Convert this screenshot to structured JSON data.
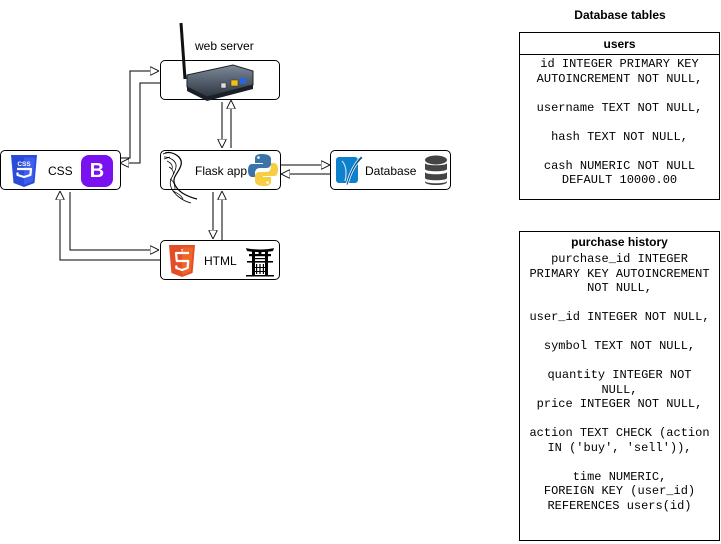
{
  "diagram": {
    "nodes": {
      "web_server": {
        "label": "web server"
      },
      "flask": {
        "label": "Flask app"
      },
      "css": {
        "label": "CSS",
        "bootstrap_glyph": "B"
      },
      "database": {
        "label": "Database"
      },
      "html": {
        "label": "HTML"
      }
    },
    "edges": [
      {
        "from": "css",
        "to": "web_server",
        "bidirectional": true
      },
      {
        "from": "flask",
        "to": "web_server",
        "bidirectional": true
      },
      {
        "from": "flask",
        "to": "database",
        "bidirectional": true
      },
      {
        "from": "flask",
        "to": "html",
        "bidirectional": true
      },
      {
        "from": "css",
        "to": "html",
        "bidirectional": true
      }
    ],
    "icons": {
      "css3": "css3-icon",
      "bootstrap": "bootstrap-icon",
      "router": "router-icon",
      "flask": "flask-icon",
      "python": "python-icon",
      "sqlite": "sqlite-icon",
      "database": "database-cylinder-icon",
      "html5": "html5-icon",
      "jinja": "jinja-torii-icon"
    },
    "colors": {
      "css3": "#2b4bd9",
      "bootstrap": "#7a12f0",
      "html5": "#e44d26",
      "python_blue": "#3a74a8",
      "python_yellow": "#f7cd44",
      "sqlite": "#0f80cc",
      "database": "#444444"
    }
  },
  "tables": {
    "section_title": "Database tables",
    "users": {
      "title": "users",
      "body": "id INTEGER PRIMARY KEY\nAUTOINCREMENT NOT NULL,\n\nusername TEXT NOT NULL,\n\nhash TEXT NOT NULL,\n\ncash NUMERIC NOT NULL\nDEFAULT 10000.00"
    },
    "purchase_history": {
      "title": "purchase history",
      "body": "purchase_id INTEGER\nPRIMARY KEY AUTOINCREMENT\nNOT NULL,\n\nuser_id INTEGER NOT NULL,\n\nsymbol TEXT NOT NULL,\n\nquantity INTEGER NOT\nNULL,\nprice INTEGER NOT NULL,\n\naction TEXT CHECK (action\nIN ('buy', 'sell')),\n\ntime NUMERIC,\nFOREIGN KEY (user_id)\nREFERENCES users(id)"
    }
  }
}
